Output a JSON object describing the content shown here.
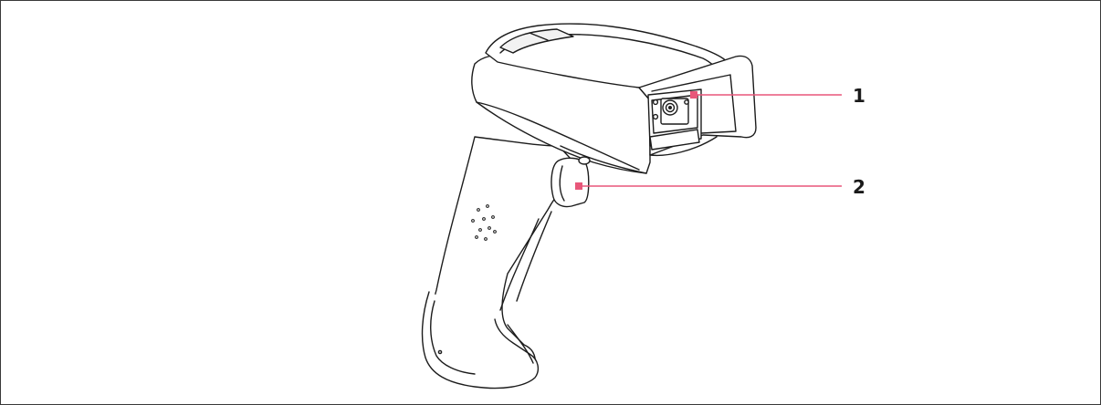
{
  "figure": {
    "subject": "handheld-barcode-scanner",
    "frame_color": "#3a3a3a",
    "line_color": "#1c1c1c",
    "callout_color": "#e8577a",
    "callouts": [
      {
        "number": "1",
        "target": "scan-window"
      },
      {
        "number": "2",
        "target": "trigger"
      }
    ]
  }
}
